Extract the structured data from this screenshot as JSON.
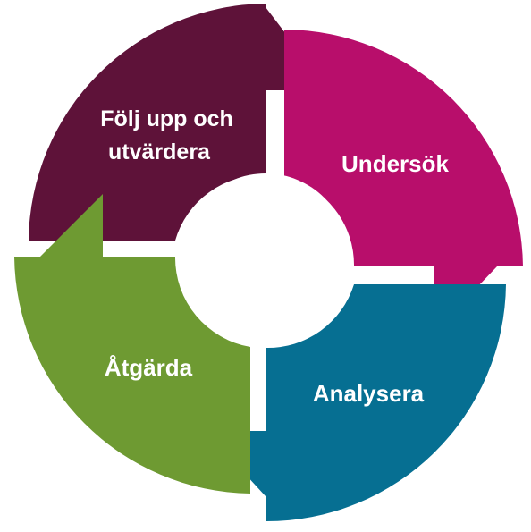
{
  "diagram": {
    "type": "cycle",
    "segments": [
      {
        "id": "folj",
        "lines": [
          "Följ upp och",
          "utvärdera"
        ],
        "color": "#5e1239"
      },
      {
        "id": "undersok",
        "lines": [
          "Undersök"
        ],
        "color": "#b80e6b"
      },
      {
        "id": "analysera",
        "lines": [
          "Analysera"
        ],
        "color": "#066f92"
      },
      {
        "id": "atgarda",
        "lines": [
          "Åtgärda"
        ],
        "color": "#6e9a32"
      }
    ],
    "center_color": "#ffffff"
  }
}
